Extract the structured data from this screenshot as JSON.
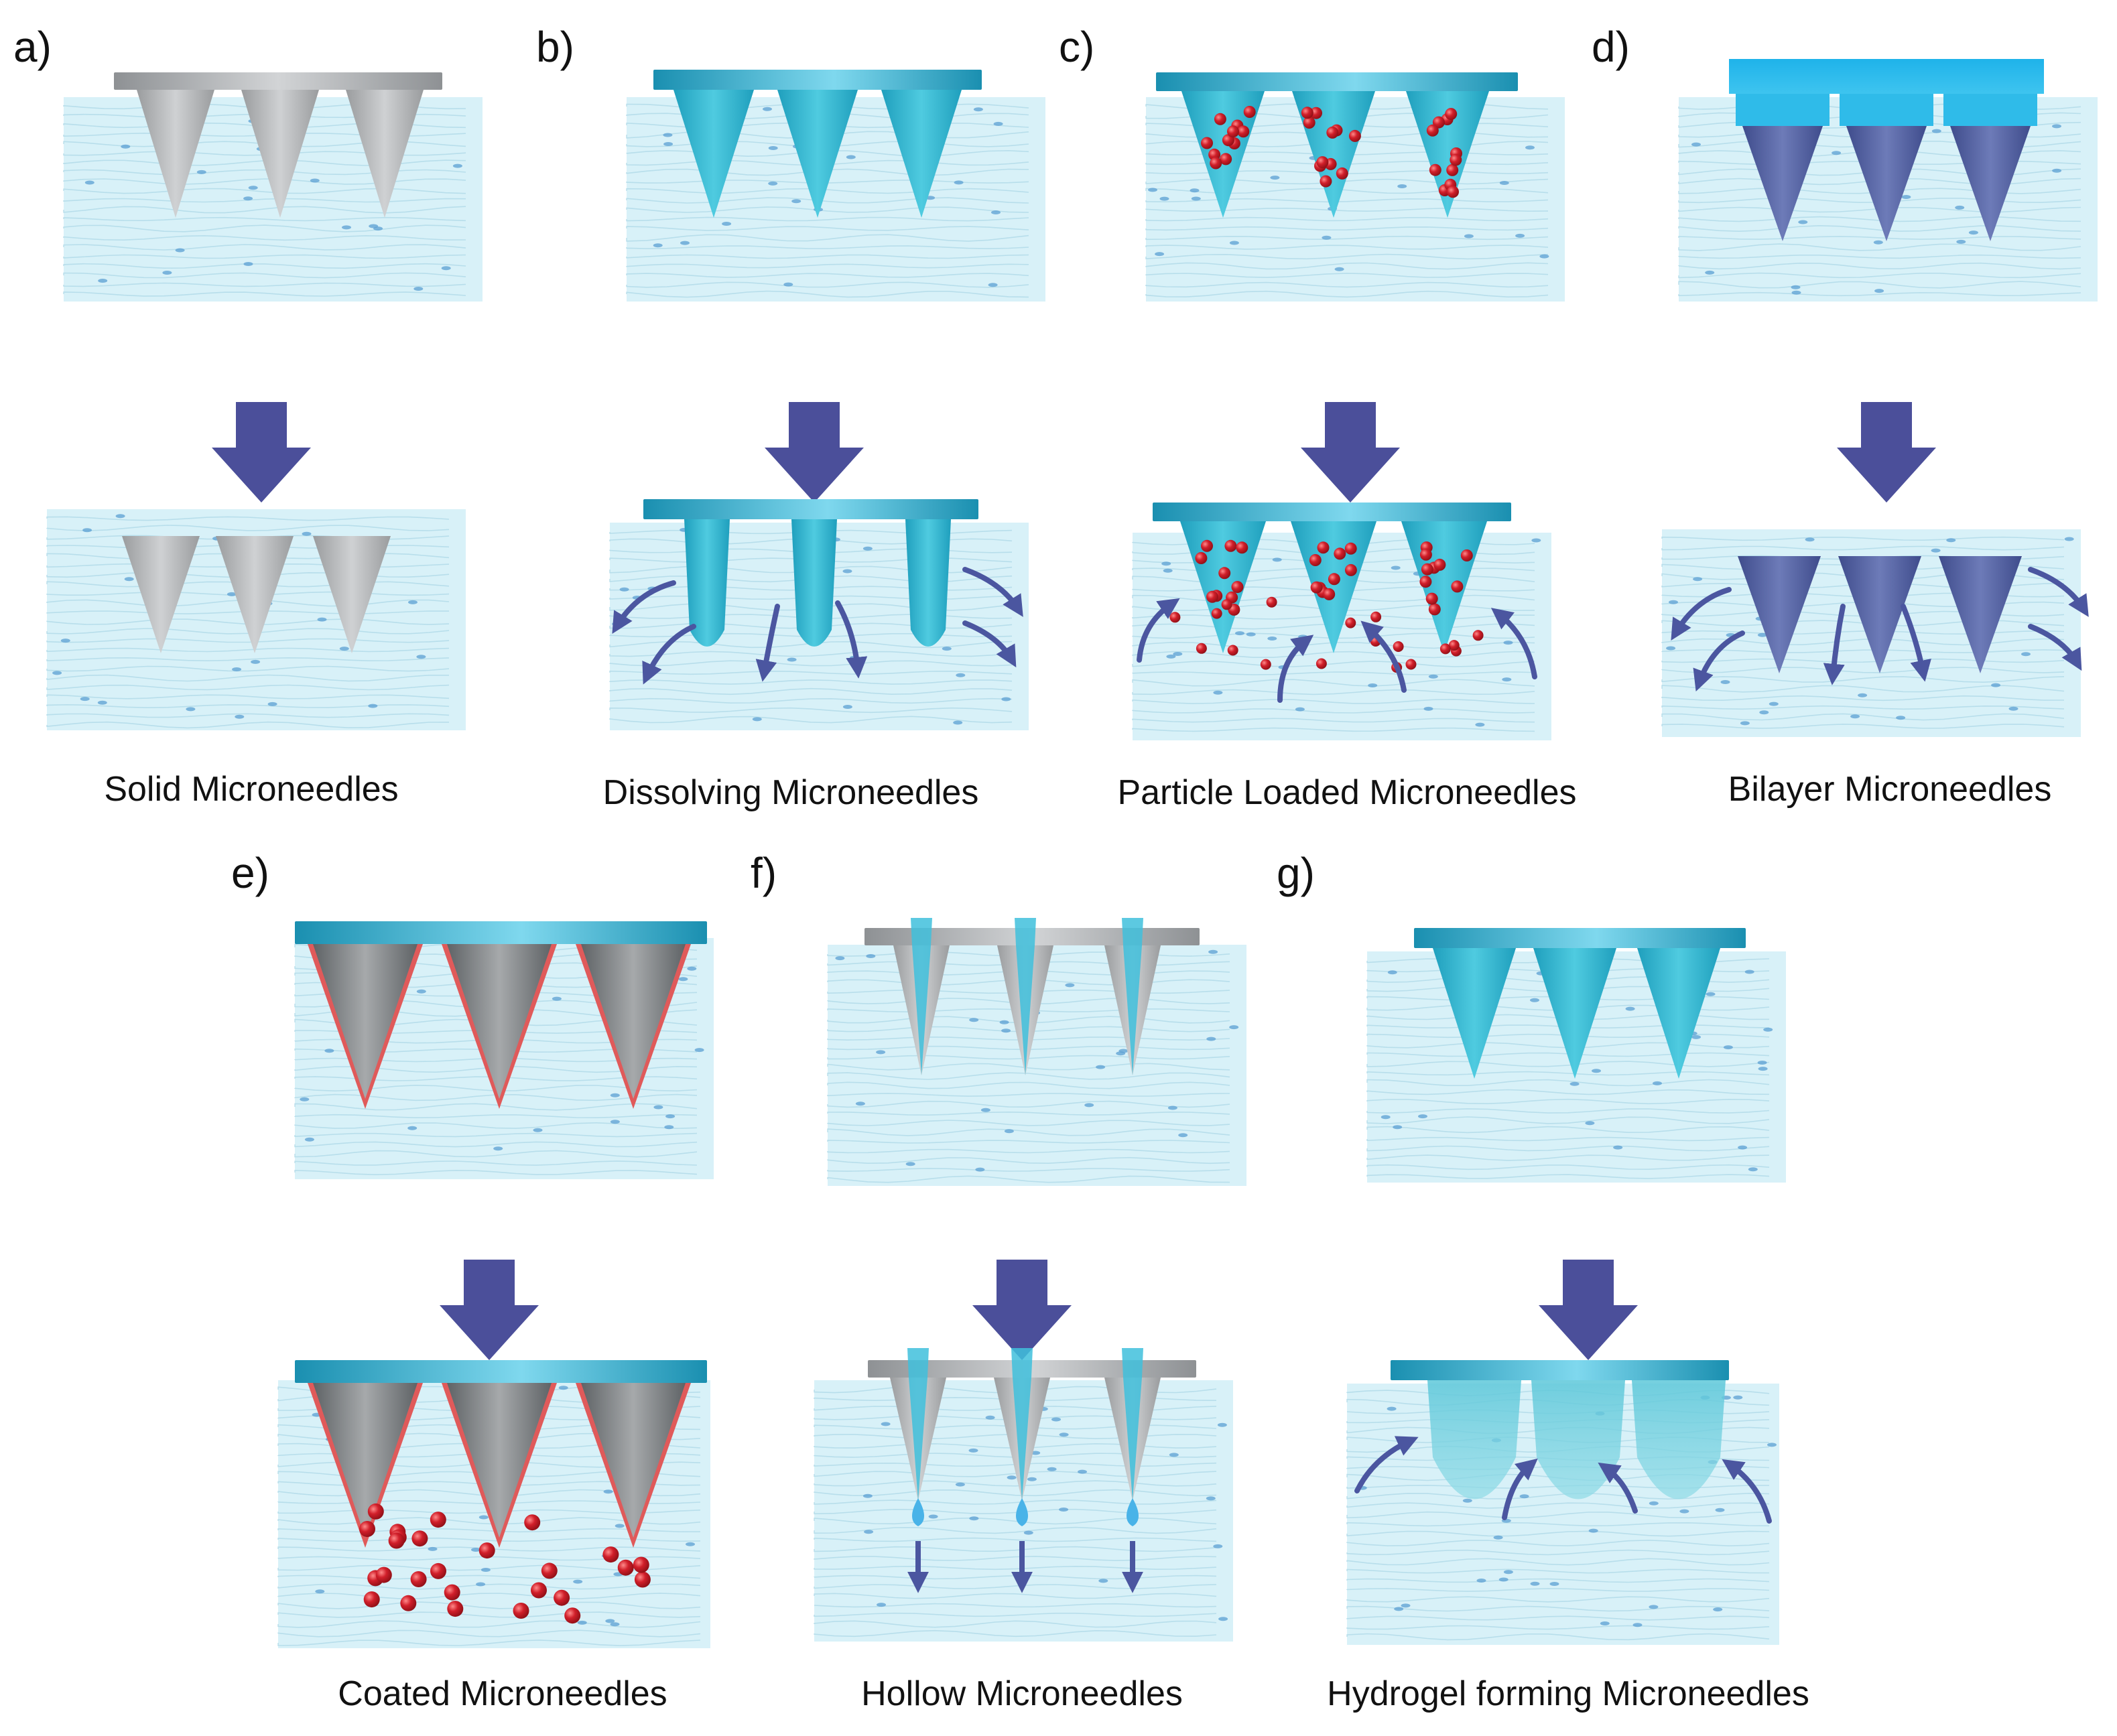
{
  "panels": [
    {
      "letter": "a)",
      "caption": "Solid Microneedles",
      "type": "solid"
    },
    {
      "letter": "b)",
      "caption": "Dissolving Microneedles",
      "type": "dissolving"
    },
    {
      "letter": "c)",
      "caption": "Particle Loaded Microneedles",
      "type": "particle"
    },
    {
      "letter": "d)",
      "caption": "Bilayer Microneedles",
      "type": "bilayer"
    },
    {
      "letter": "e)",
      "caption": "Coated Microneedles",
      "type": "coated"
    },
    {
      "letter": "f)",
      "caption": "Hollow Microneedles",
      "type": "hollow"
    },
    {
      "letter": "g)",
      "caption": "Hydrogel forming Microneedles",
      "type": "hydrogel"
    }
  ],
  "colors": {
    "skin": "#d8f1f8",
    "skin_line": "#a9d6e6",
    "skin_dot": "#5b9fd3",
    "steel": "#a8a8a8",
    "steel_dark": "#7f8386",
    "cyan": "#2fb6cc",
    "cyan_dark": "#1a8fb0",
    "navy": "#4a5a9c",
    "bilayer_top": "#1fb3ea",
    "arrow": "#4b4f9a",
    "particle": "#d11f2a",
    "coat": "#e05a5a"
  },
  "icons": [
    "down-arrow-icon",
    "diffusion-arrow-icon",
    "droplet-icon"
  ]
}
